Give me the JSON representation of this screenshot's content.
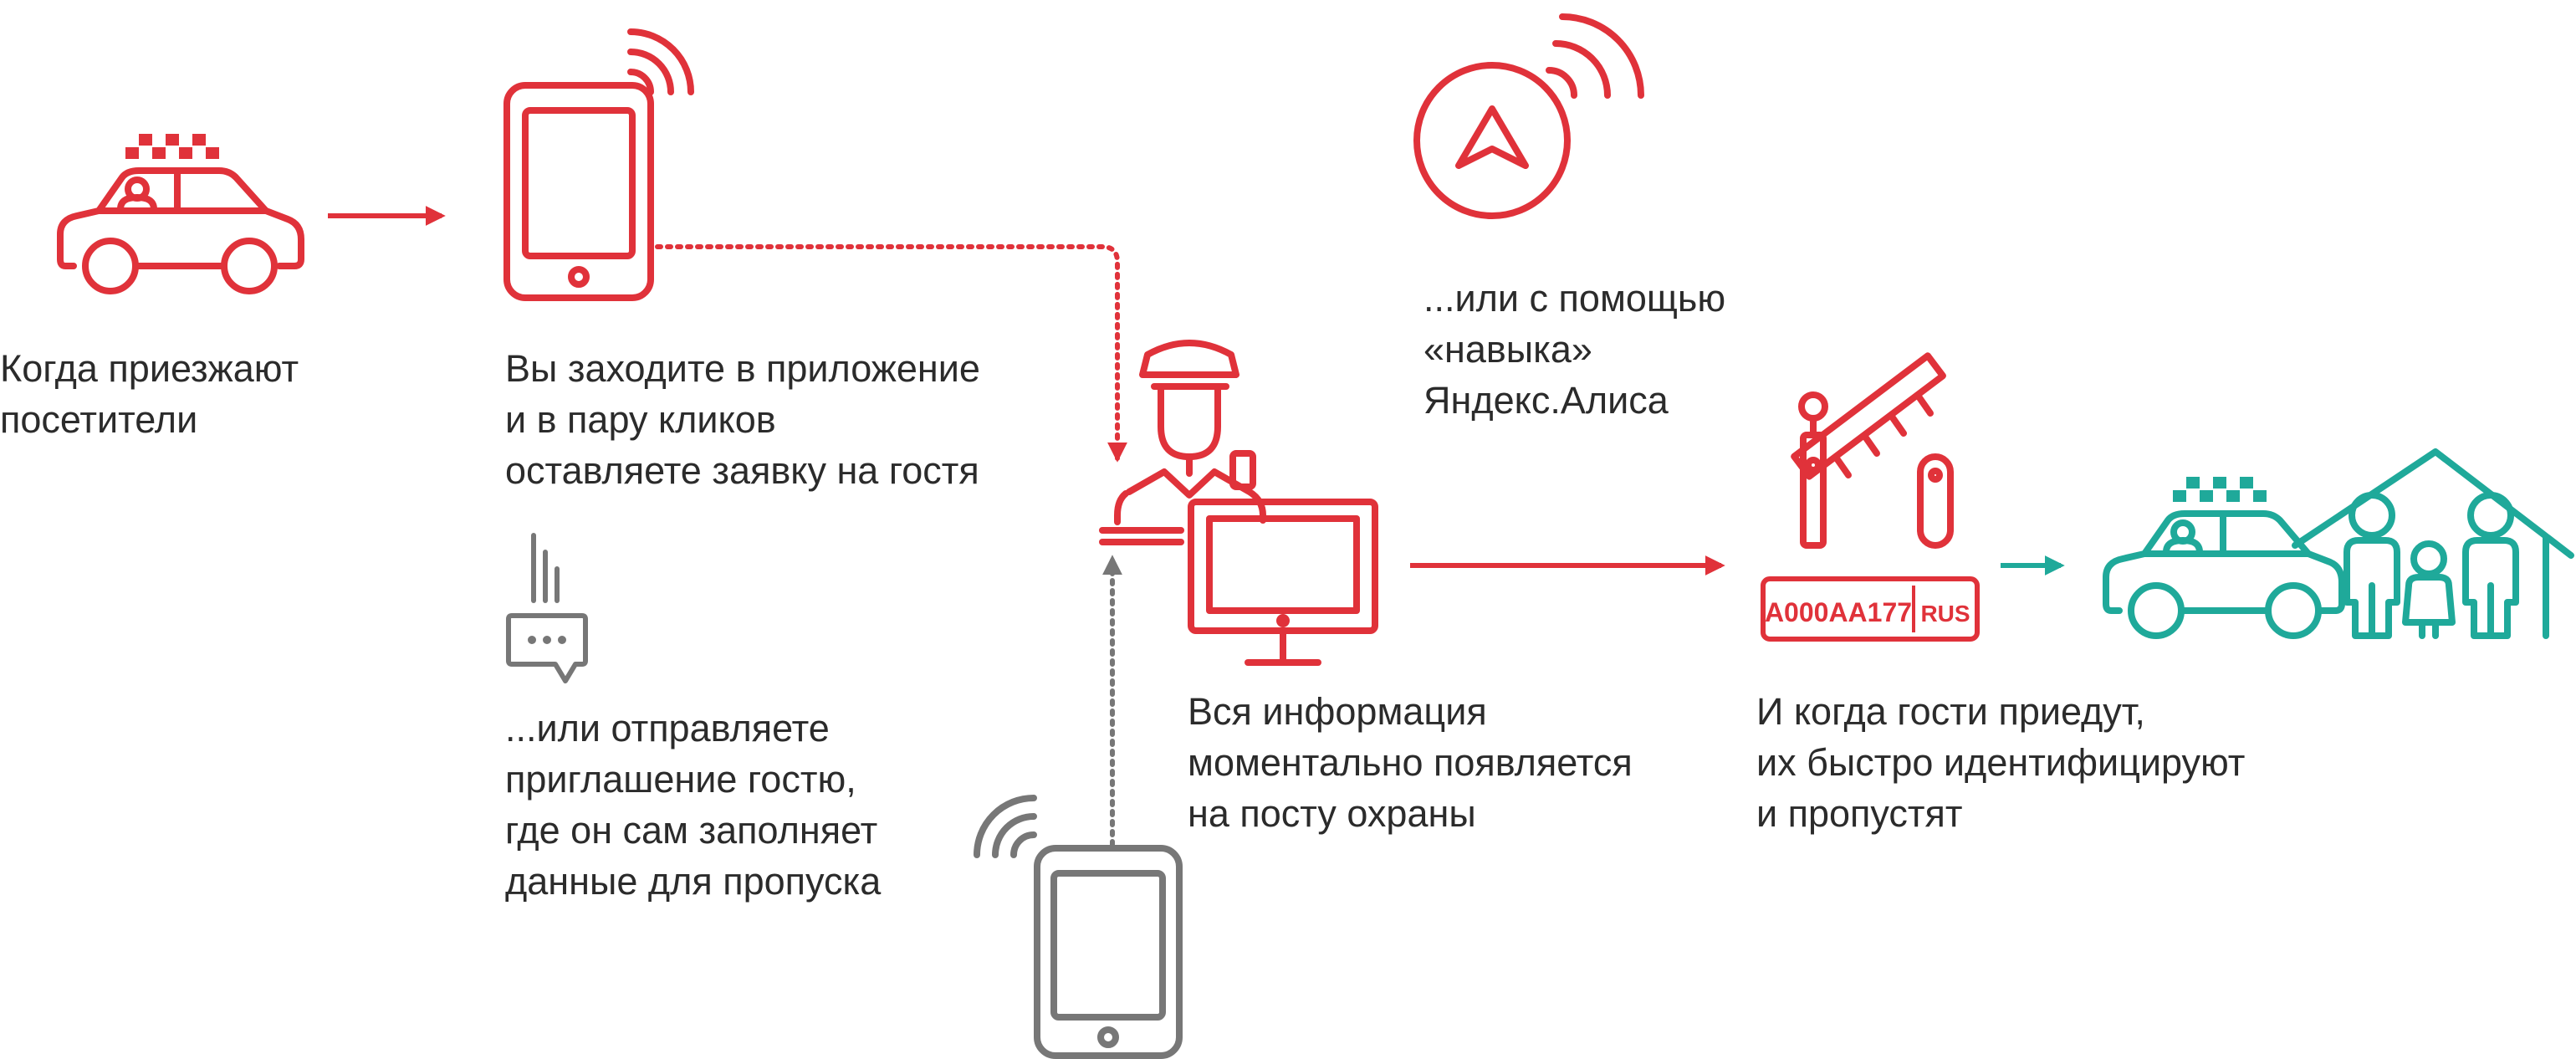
{
  "colors": {
    "red": "#e0323a",
    "teal": "#1fa99a",
    "gray": "#777777",
    "text": "#2b2b2b"
  },
  "captions": {
    "visitors": [
      "Когда приезжают",
      "посетители"
    ],
    "app": [
      "Вы заходите в приложение",
      "и в пару кликов",
      "оставляете заявку на гостя"
    ],
    "invite": [
      "...или отправляете",
      "приглашение гостю,",
      "где он сам заполняет",
      "данные для пропуска"
    ],
    "alisa": [
      "...или с помощью",
      "«навыка»",
      "Яндекс.Алиса"
    ],
    "guard": [
      "Вся информация",
      "моментально появляется",
      "на посту охраны"
    ],
    "entry": [
      "И когда гости приедут,",
      "их быстро идентифицируют",
      "и пропустят"
    ]
  },
  "plate": {
    "number": "А000АА177",
    "region": "RUS"
  },
  "icons": [
    "taxi-icon",
    "smartphone-icon",
    "message-icon",
    "alisa-icon",
    "security-guard-icon",
    "monitor-icon",
    "barrier-gate-icon",
    "license-plate-icon",
    "house-family-icon"
  ]
}
